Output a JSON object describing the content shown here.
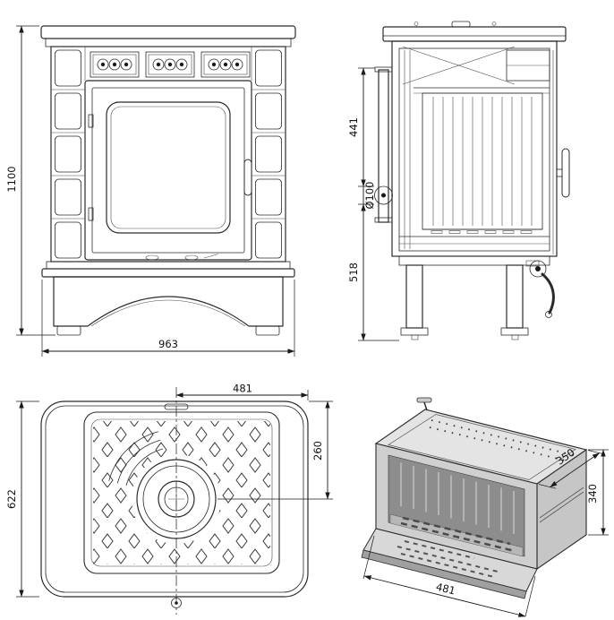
{
  "colors": {
    "background": "#ffffff",
    "line": "#2b2b2b",
    "dimension": "#1a1a1a",
    "shade_light": "#e4e4e4",
    "shade_mid": "#c6c6c6",
    "shade_dark": "#8d8d8d"
  },
  "views": {
    "front": {
      "dims": {
        "height": "1100",
        "width": "963"
      }
    },
    "side": {
      "dims": {
        "top_to_flue": "441",
        "flue_diameter": "Ø100",
        "flue_to_floor": "518"
      }
    },
    "top": {
      "dims": {
        "center_to_edge": "481",
        "back_to_flue": "260",
        "depth": "622"
      }
    },
    "iso": {
      "dims": {
        "depth": "350",
        "height": "340",
        "width": "481"
      }
    }
  }
}
